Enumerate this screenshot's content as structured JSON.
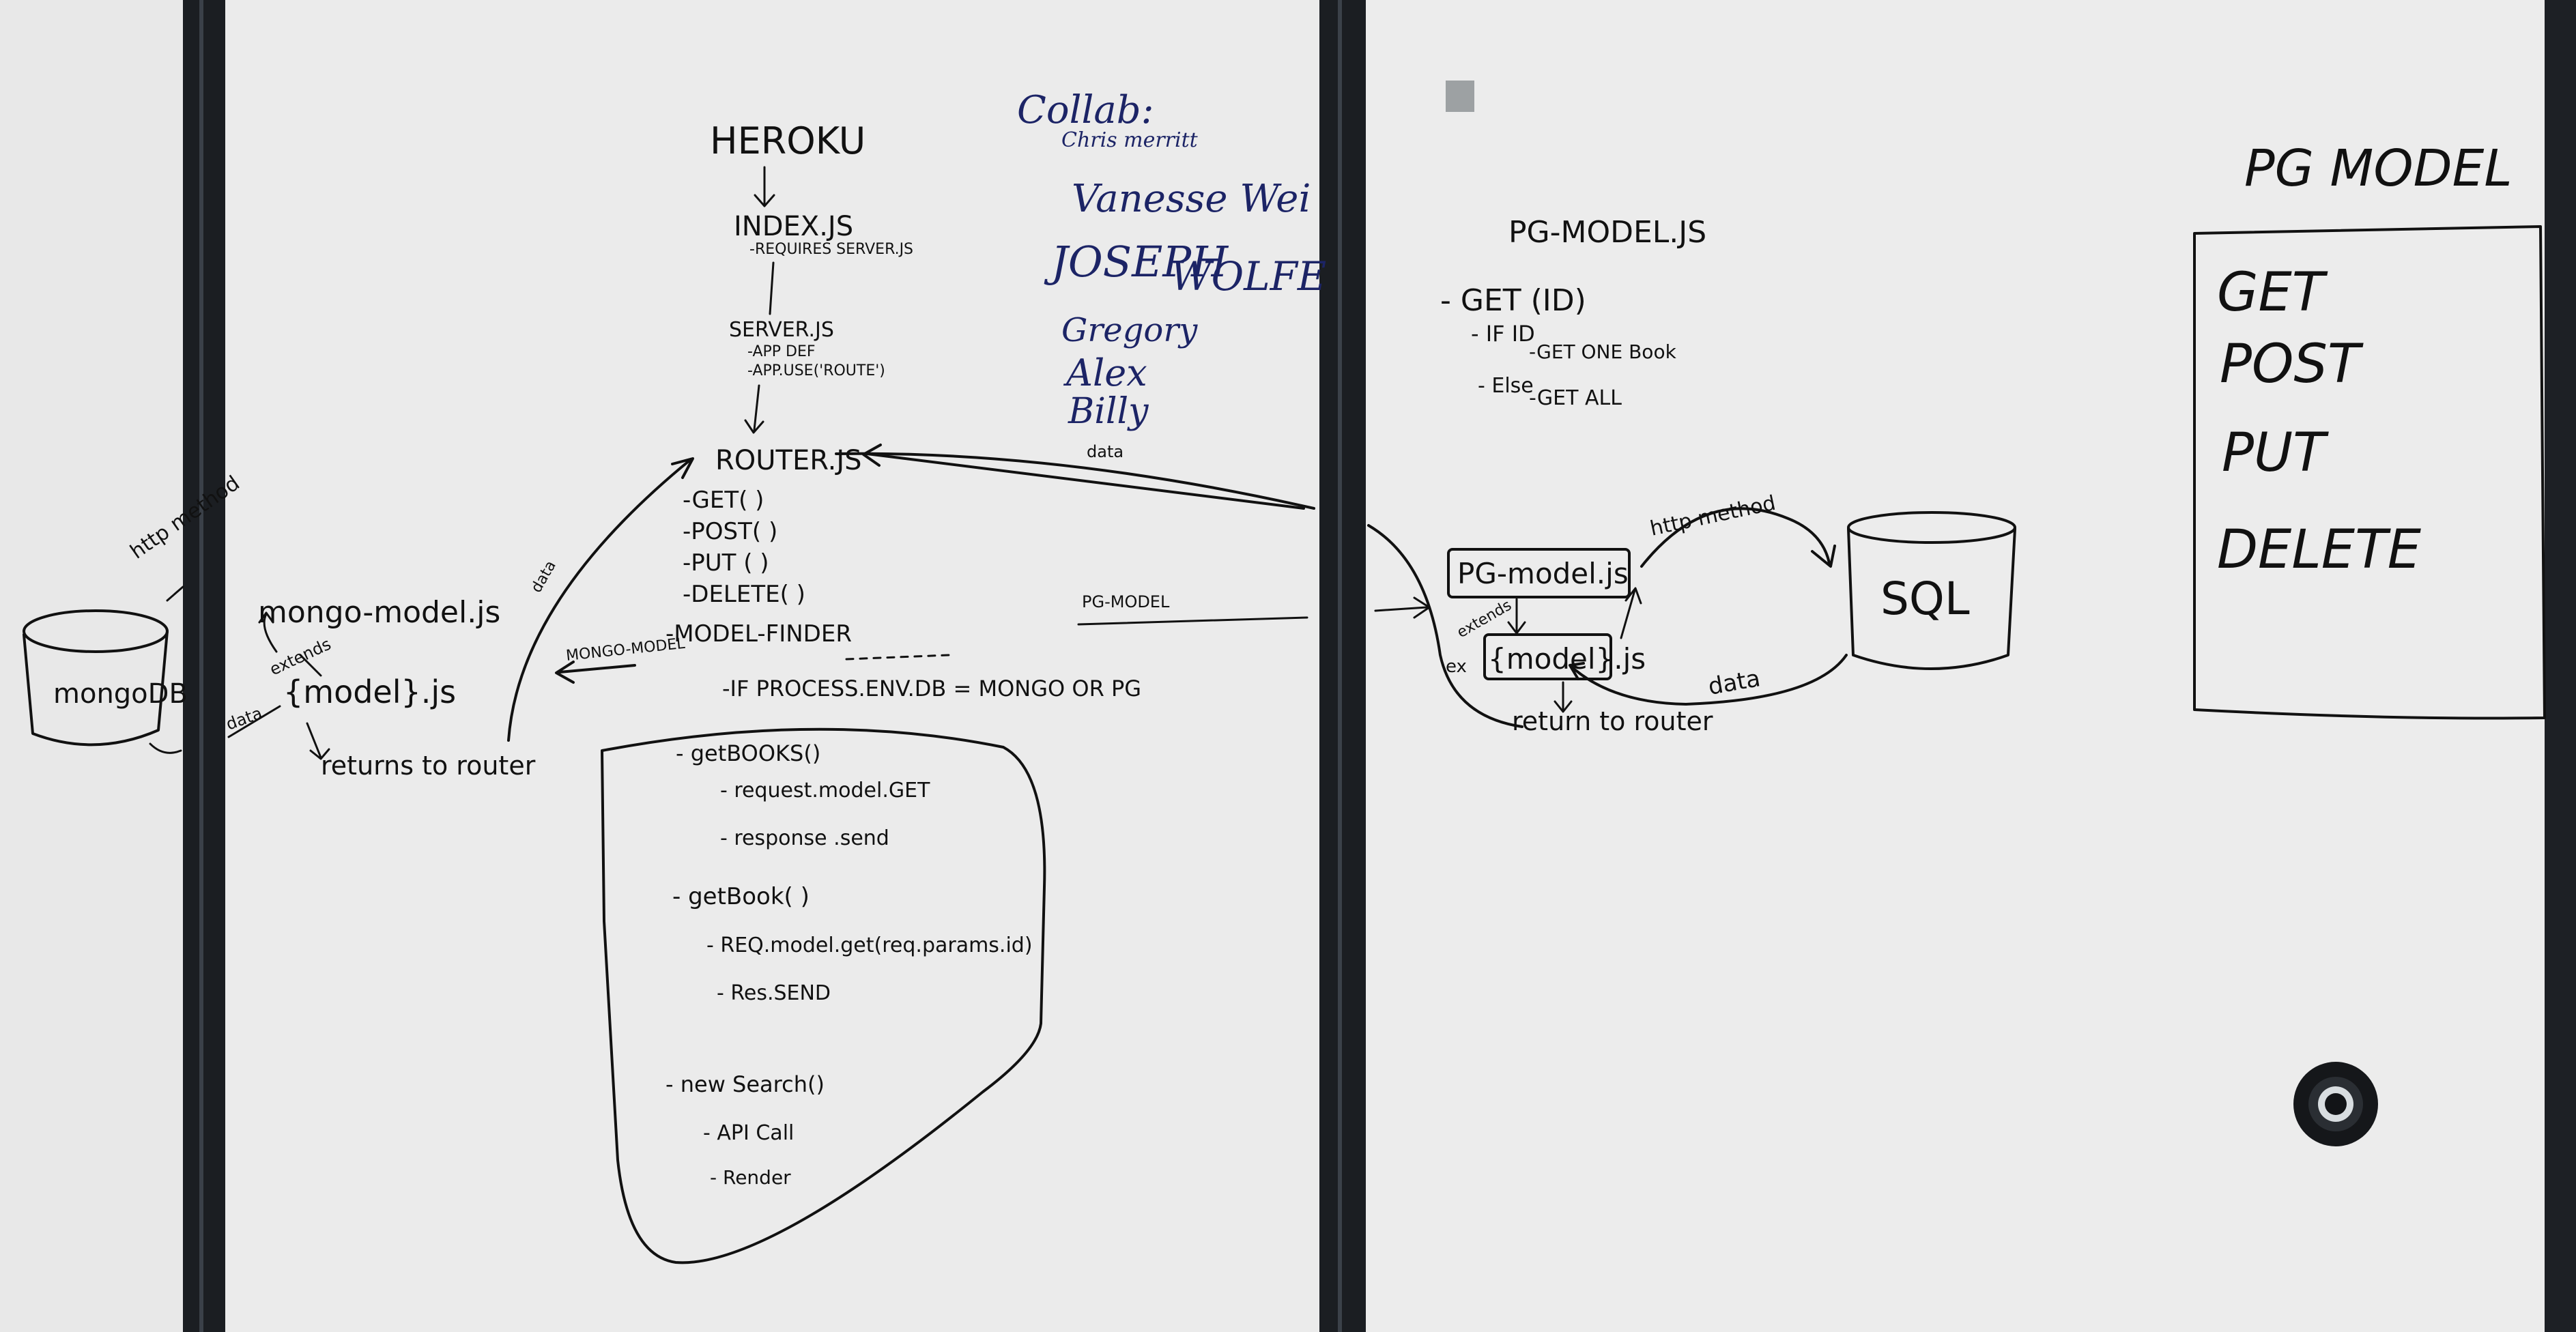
{
  "heroku": {
    "title": "HEROKU",
    "index": "INDEX.JS",
    "index_note": "-REQUIRES SERVER.JS",
    "server": "SERVER.JS",
    "server_note1": "-APP DEF",
    "server_note2": "-APP.USE('ROUTE')"
  },
  "collab": {
    "label": "Collab:",
    "names": [
      "Chris merritt",
      "Vanesse Wei",
      "JOSEPH",
      "WOLFE",
      "Gregory",
      "Alex",
      "Billy"
    ],
    "data_label": "data"
  },
  "router": {
    "title": "ROUTER.JS",
    "methods": [
      "-GET( )",
      "-POST( )",
      "-PUT ( )",
      "-DELETE( )"
    ],
    "finder": "-MODEL-FINDER",
    "condition": "-IF PROCESS.ENV.DB = MONGO OR PG",
    "mongo_model_label": "MONGO-MODEL",
    "pg_model_label": "PG-MODEL",
    "data_label": "data"
  },
  "mongo": {
    "db": "mongoDB",
    "file": "mongo-model.js",
    "model": "{model}.js",
    "extends": "extends",
    "data": "data",
    "http_method": "http method",
    "returns": "returns to router"
  },
  "blob": {
    "lines": [
      "- getBOOKS()",
      "- request.model.GET",
      "- response .send",
      "- getBook( )",
      "- REQ.model.get(req.params.id)",
      "- Res.SEND",
      "- new Search()",
      "- API Call",
      "- Render"
    ]
  },
  "pg": {
    "title": "PG-MODEL.JS",
    "get": "- GET (ID)",
    "if_id": "- IF ID",
    "get_one": "-GET ONE Book",
    "else": "- Else",
    "get_all": "-GET ALL",
    "file_box": "PG-model.js",
    "model_box": "{model}.js",
    "extends": "extends",
    "ex": "ex",
    "http_method": "http method",
    "data": "data",
    "returns": "return to router",
    "sql": "SQL"
  },
  "pg_model_box": {
    "title": "PG MODEL",
    "methods": [
      "GET",
      "POST",
      "PUT",
      "DELETE"
    ]
  }
}
